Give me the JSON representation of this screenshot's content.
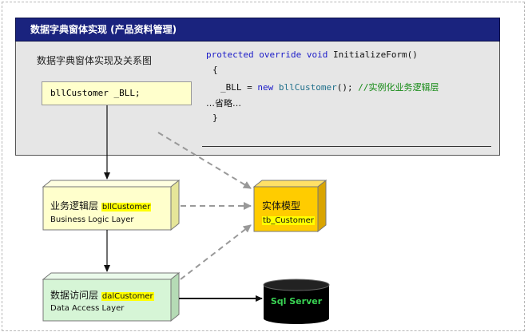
{
  "panel": {
    "title": "数据字典窗体实现 (产品资料管理)",
    "subtitle": "数据字典窗体实现及关系图",
    "bll_field": "bllCustomer _BLL;"
  },
  "code": {
    "l1_protected": "protected",
    "l1_override": "override",
    "l1_void": "void",
    "l1_method": "InitializeForm()",
    "l2": "{",
    "l3_var": "_BLL = ",
    "l3_new": "new",
    "l3_type": "bllCustomer",
    "l3_rest": "();",
    "l3_comment": "//实例化业务逻辑层",
    "l4": "…省略…",
    "l5": "}"
  },
  "nodes": {
    "bll": {
      "label": "业务逻辑层",
      "tag": "bllCustomer",
      "en": "Business Logic Layer"
    },
    "entity": {
      "label": "实体模型",
      "tag": "tb_Customer"
    },
    "dal": {
      "label": "数据访问层",
      "tag": "dalCustomer",
      "en": "Data Access Layer"
    },
    "db": {
      "label": "Sql Server"
    }
  },
  "colors": {
    "title_bar": "#1a237e",
    "bll_box": "#ffffcc",
    "entity_box": "#ffcc00",
    "dal_box": "#d6f5d6",
    "highlight": "#ffff00",
    "db_text": "#39d353"
  }
}
